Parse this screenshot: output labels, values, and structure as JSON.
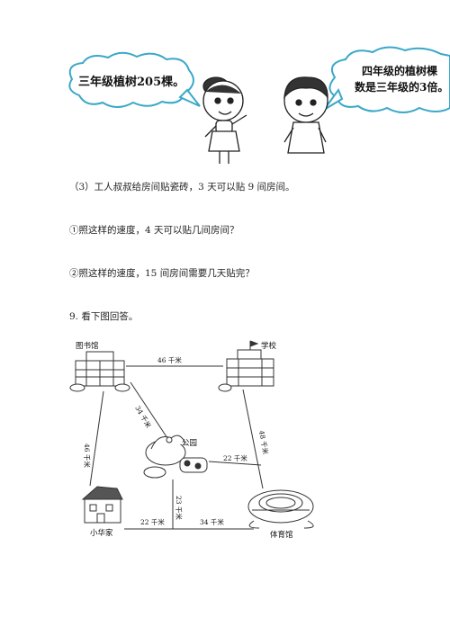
{
  "illustration": {
    "bubble_left": "三年级植树205棵。",
    "bubble_right_line1": "四年级的植树棵",
    "bubble_right_line2": "数是三年级的3倍。"
  },
  "question3": {
    "prompt": "（3）工人叔叔给房间贴瓷砖，3 天可以贴 9 间房间。",
    "sub1": "①照这样的速度，4 天可以贴几间房间？",
    "sub2": "②照这样的速度，15 间房间需要几天贴完？"
  },
  "question9": {
    "title": "9. 看下图回答。"
  },
  "map": {
    "places": {
      "library": "图书馆",
      "school": "学校",
      "park": "公园",
      "home": "小华家",
      "stadium": "体育馆"
    },
    "distances": {
      "library_school": "46 千米",
      "library_park": "34 千米",
      "library_home": "46 千米",
      "school_stadium": "48 千米",
      "park_stadium": "22 千米",
      "park_junction": "23 千米",
      "home_junction": "22 千米",
      "junction_stadium": "34 千米"
    }
  }
}
